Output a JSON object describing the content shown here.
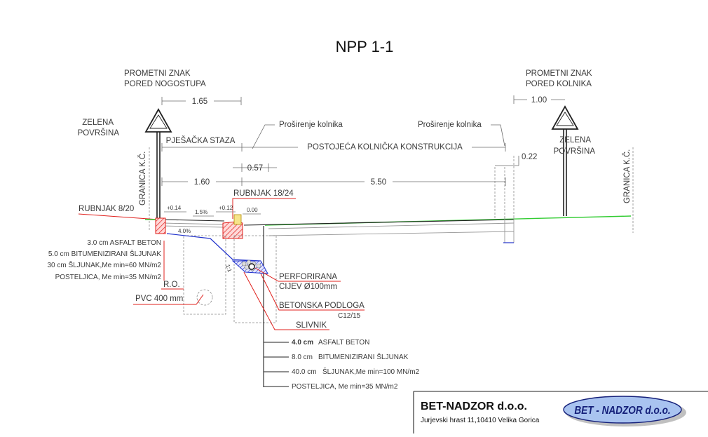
{
  "title": "NPP 1-1",
  "labels": {
    "znak_left": [
      "PROMETNI ZNAK",
      "PORED NOGOSTUPA"
    ],
    "znak_right": [
      "PROMETNI ZNAK",
      "PORED KOLNIKA"
    ],
    "zelena_left": [
      "ZELENA",
      "POVRŠINA"
    ],
    "zelena_right": [
      "ZELENA",
      "POVRŠINA"
    ],
    "granica_left": "GRANICA K.Č.",
    "granica_right": "GRANICA K.Č.",
    "pjesacka": "PJEŠAČKA STAZA",
    "prosirenje_left": "Proširenje kolnika",
    "prosirenje_right": "Proširenje kolnika",
    "postojeca": "POSTOJEĆA KOLNIČKA KONSTRUKCIJA",
    "rubnjak_1824": "RUBNJAK 18/24",
    "rubnjak_820": "RUBNJAK 8/20",
    "ro": "R.O.",
    "pvc": "PVC 400 mm",
    "perforirana": [
      "PERFORIRANA",
      "CIJEV Ø100mm"
    ],
    "betonska": [
      "BETONSKA PODLOGA",
      "C12/15"
    ],
    "slivnik": "SLIVNIK"
  },
  "dimensions": {
    "d165": "1.65",
    "d100": "1.00",
    "d160": "1.60",
    "d057": "0.57",
    "d022": "0.22",
    "d550": "5.50",
    "p014": "+0.14",
    "p012": "+0.12",
    "p000": "0.00",
    "s15": "1.5%",
    "s40": "4.0%",
    "slope11": "1:1"
  },
  "layers_left": [
    "3.0 cm ASFALT BETON",
    "5.0 cm BITUMENIZIRANI ŠLJUNAK",
    "30 cm ŠLJUNAK,Me min=60 MN/m2",
    "POSTELJICA, Me min=35 MN/m2"
  ],
  "layers_bottom": [
    {
      "thk": "4.0 cm",
      "text": "ASFALT BETON"
    },
    {
      "thk": "8.0 cm",
      "text": "BITUMENIZIRANI ŠLJUNAK"
    },
    {
      "thk": "40.0 cm",
      "text": "ŠLJUNAK,Me min=100 MN/m2"
    },
    {
      "thk": "",
      "text": "POSTELJICA, Me min=35 MN/m2"
    }
  ],
  "company": {
    "name": "BET-NADZOR d.o.o.",
    "address": "Jurjevski hrast 11,10410 Velika Gorica",
    "logo_text": "BET - NADZOR d.o.o."
  },
  "colors": {
    "terrain": "#33cc33",
    "leader": "#e0201c",
    "drain": "#2233cc",
    "logo_fill": "#a9c3f0",
    "logo_text": "#15207a"
  }
}
